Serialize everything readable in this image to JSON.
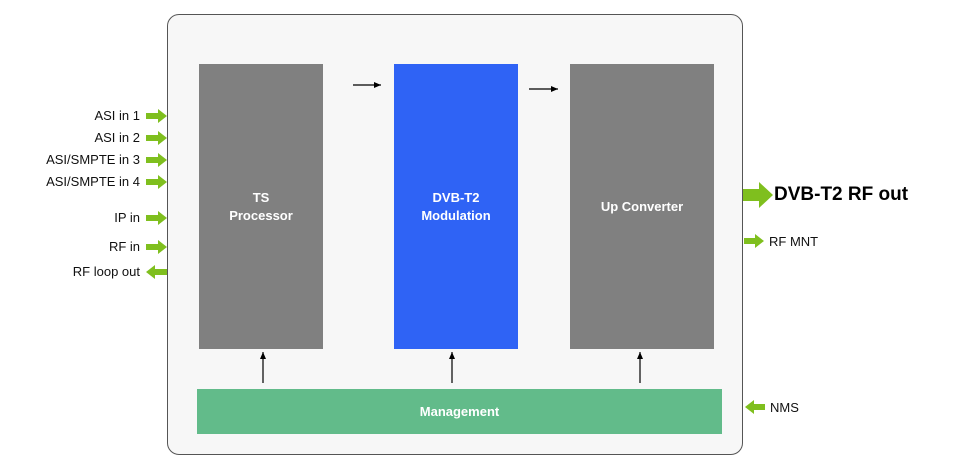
{
  "blocks": {
    "ts_processor": "TS\nProcessor",
    "modulation": "DVB-T2\nModulation",
    "up_converter": "Up Converter",
    "management": "Management"
  },
  "inputs": [
    "ASI in 1",
    "ASI in 2",
    "ASI/SMPTE in 3",
    "ASI/SMPTE in 4",
    "IP in",
    "RF in"
  ],
  "loop_output": "RF loop out",
  "outputs": {
    "main": "DVB-T2 RF out",
    "monitor": "RF MNT",
    "nms": "NMS"
  },
  "colors": {
    "arrow_green": "#7fbf1e",
    "block_gray": "#808080",
    "block_blue": "#2f63f5",
    "management_green": "#62bb8a"
  }
}
